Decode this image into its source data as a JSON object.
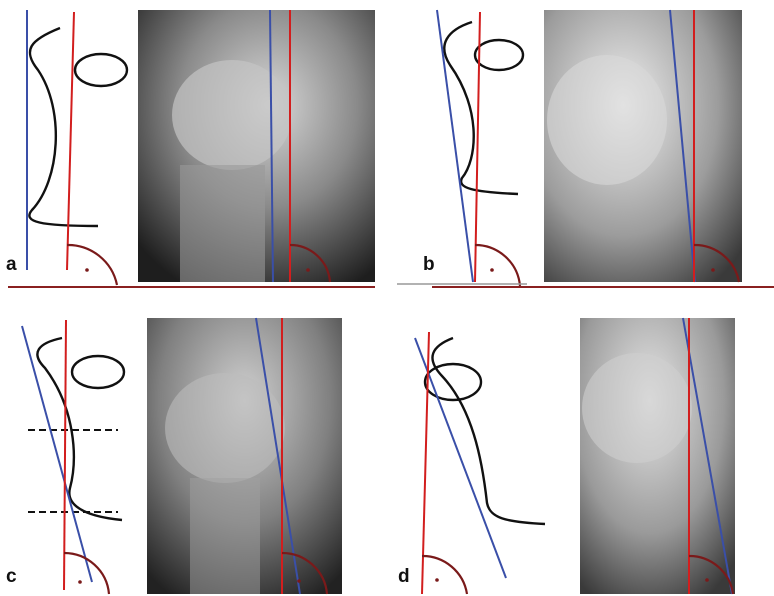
{
  "panels": [
    {
      "id": "a",
      "label": "a"
    },
    {
      "id": "b",
      "label": "b"
    },
    {
      "id": "c",
      "label": "c"
    },
    {
      "id": "d",
      "label": "d"
    }
  ],
  "colors": {
    "blue_line": "#3a4fa8",
    "red_line": "#d21e1e",
    "right_angle_arc": "#7a1a1a",
    "baseline": "#8a2020",
    "outline": "#111111"
  }
}
